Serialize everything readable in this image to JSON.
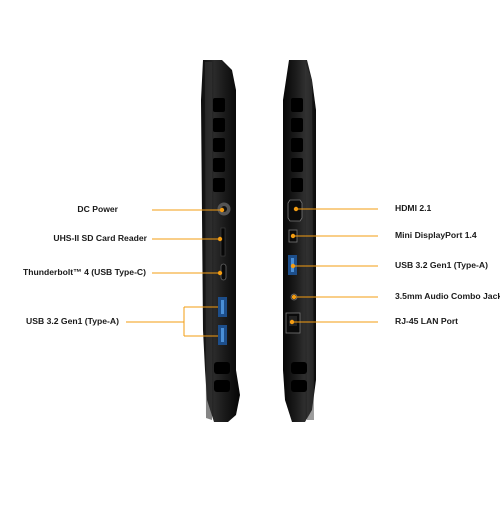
{
  "accent_color": "#f39c12",
  "left_side": {
    "ports": [
      {
        "label": "DC Power",
        "icon": "dc-power-port-icon"
      },
      {
        "label": "UHS-II SD Card Reader",
        "icon": "sd-card-slot-icon"
      },
      {
        "label": "Thunderbolt™ 4 (USB Type-C)",
        "icon": "usb-c-port-icon"
      },
      {
        "label": "USB 3.2 Gen1 (Type-A)",
        "icon": "usb-a-port-icon"
      }
    ]
  },
  "right_side": {
    "ports": [
      {
        "label": "HDMI 2.1",
        "icon": "hdmi-port-icon"
      },
      {
        "label": "Mini DisplayPort 1.4",
        "icon": "mini-displayport-icon"
      },
      {
        "label": "USB 3.2 Gen1 (Type-A)",
        "icon": "usb-a-port-icon"
      },
      {
        "label": "3.5mm Audio Combo Jack",
        "icon": "audio-jack-icon"
      },
      {
        "label": "RJ-45 LAN Port",
        "icon": "rj45-port-icon"
      }
    ]
  }
}
